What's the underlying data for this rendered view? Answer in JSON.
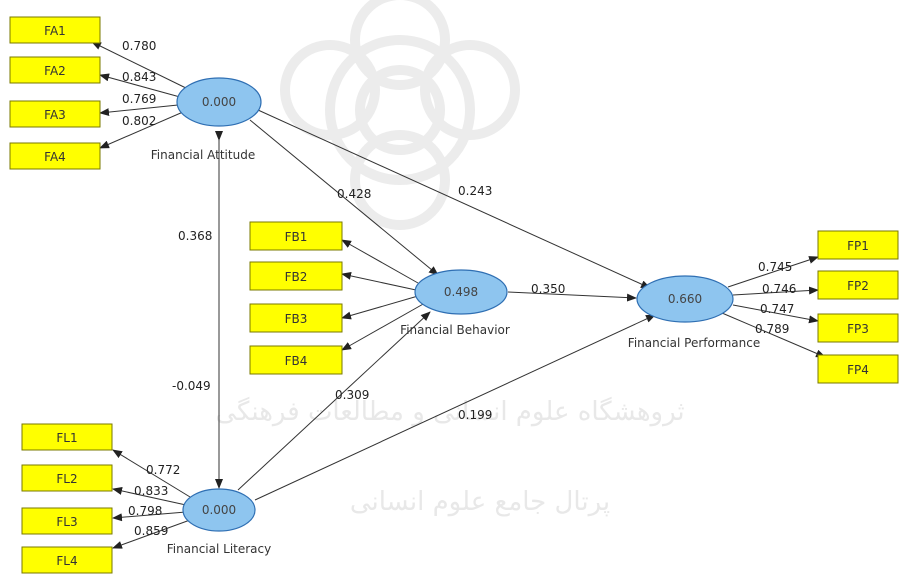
{
  "constructs": {
    "financial_attitude": {
      "label": "Financial Attitude",
      "value": "0.000"
    },
    "financial_behavior": {
      "label": "Financial Behavior",
      "value": "0.498"
    },
    "financial_performance": {
      "label": "Financial Performance",
      "value": "0.660"
    },
    "financial_literacy": {
      "label": "Financial Literacy",
      "value": "0.000"
    }
  },
  "indicators": {
    "fa": [
      "FA1",
      "FA2",
      "FA3",
      "FA4"
    ],
    "fb": [
      "FB1",
      "FB2",
      "FB3",
      "FB4"
    ],
    "fp": [
      "FP1",
      "FP2",
      "FP3",
      "FP4"
    ],
    "fl": [
      "FL1",
      "FL2",
      "FL3",
      "FL4"
    ]
  },
  "loadings": {
    "fa": [
      "0.780",
      "0.843",
      "0.769",
      "0.802"
    ],
    "fp": [
      "0.745",
      "0.746",
      "0.747",
      "0.789"
    ],
    "fl": [
      "0.772",
      "0.833",
      "0.798",
      "0.859"
    ]
  },
  "paths": {
    "attitude_behavior": "0.428",
    "attitude_performance": "0.243",
    "attitude_literacy": "0.368",
    "attitude_literacy_2": "-0.049",
    "behavior_performance": "0.350",
    "literacy_behavior": "0.309",
    "literacy_performance": "0.199"
  },
  "watermark": {
    "line1": "ثروهشگاه علوم انسانی و مطالعات فرهنگی",
    "line2": "پرتال جامع علوم انسانی"
  },
  "colors": {
    "indicator_fill": "#ffff00",
    "construct_fill": "#8ec5ef"
  }
}
